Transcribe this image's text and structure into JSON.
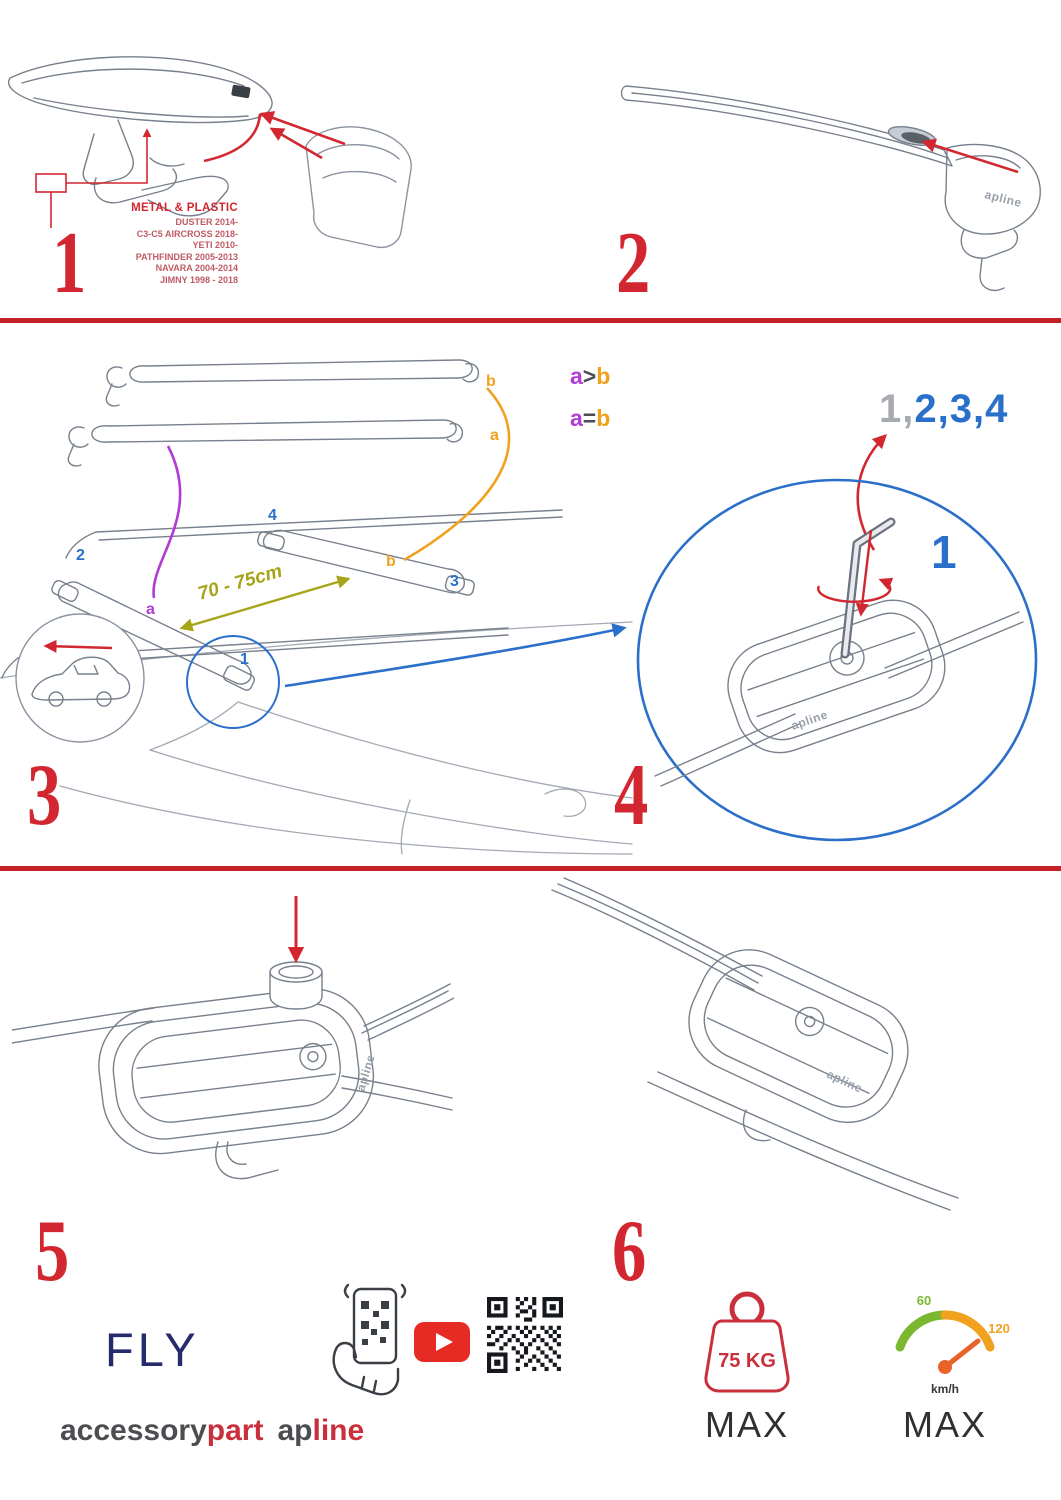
{
  "colors": {
    "accent_red": "#d22730",
    "blue": "#2a6fc9",
    "purple": "#b13bd4",
    "orange": "#f0a11e",
    "olive": "#a8a417",
    "navy": "#262b6b",
    "green": "#7cb82f",
    "brand_red": "#c9303c"
  },
  "step1": {
    "number": "1",
    "material_label": "METAL & PLASTIC",
    "models": [
      "DUSTER 2014-",
      "C3-C5 AIRCROSS 2018-",
      "YETI 2010-",
      "PATHFINDER 2005-2013",
      "NAVARA 2004-2014",
      "JIMNY 1998 - 2018"
    ]
  },
  "step2": {
    "number": "2",
    "logo": "apline"
  },
  "step3": {
    "number": "3",
    "bar_a": "a",
    "bar_b": "b",
    "cmp1": {
      "a": "a",
      "op": ">",
      "b": "b"
    },
    "cmp2": {
      "a": "a",
      "op": "=",
      "b": "b"
    },
    "distance": "70 - 75cm",
    "pos1": "1",
    "pos2": "2",
    "pos3": "3",
    "pos4": "4",
    "roof_a": "a",
    "roof_b": "b"
  },
  "step4": {
    "number": "4",
    "sequence_gray": "1,",
    "sequence_blue": "2,3,4",
    "first": "1",
    "logo": "apline"
  },
  "step5": {
    "number": "5",
    "logo": "apline"
  },
  "step6": {
    "number": "6",
    "logo": "apline"
  },
  "footer": {
    "product": "FLY",
    "brand": {
      "accessory": "accessory",
      "part": "part",
      "ap": "ap",
      "line": "line"
    },
    "weight": {
      "value": "75 KG",
      "max": "MAX"
    },
    "speed": {
      "low": "60",
      "high": "120",
      "unit": "km/h",
      "max": "MAX"
    }
  }
}
